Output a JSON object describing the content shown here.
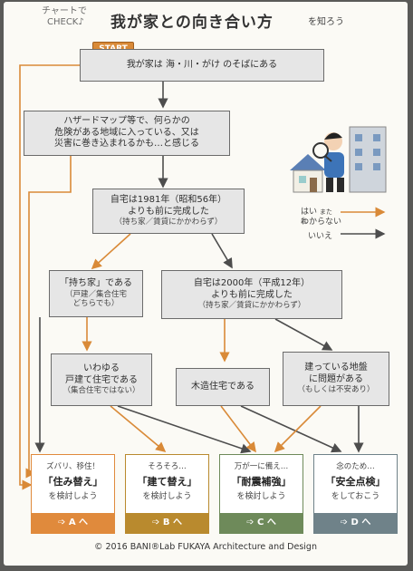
{
  "header": {
    "check_line1": "チャートで",
    "check_line2": "CHECK♪",
    "title": "我が家との向き合い方",
    "subtitle": "を知ろう"
  },
  "start_label": "START",
  "nodes": {
    "q1": {
      "l1": "我が家は 海・川・がけ のそばにある"
    },
    "q2": {
      "l1": "ハザードマップ等で、何らかの",
      "l2": "危険がある地域に入っている、又は",
      "l3": "災害に巻き込まれるかも…と感じる"
    },
    "q3": {
      "l1": "自宅は1981年（昭和56年）",
      "l2": "よりも前に完成した",
      "l3": "（持ち家／賃貸にかかわらず）"
    },
    "q4": {
      "l1": "「持ち家」である",
      "l2": "（戸建／集合住宅",
      "l3": "どちらでも）"
    },
    "q5": {
      "l1": "自宅は2000年（平成12年）",
      "l2": "よりも前に完成した",
      "l3": "（持ち家／賃貸にかかわらず）"
    },
    "q6": {
      "l1": "いわゆる",
      "l2": "戸建て住宅である",
      "l3": "（集合住宅ではない）"
    },
    "q7": {
      "l1": "木造住宅である"
    },
    "q8": {
      "l1": "建っている地盤",
      "l2": "に問題がある",
      "l3": "（もしくは不安あり）"
    }
  },
  "legend": {
    "yes": "はい",
    "or": "または",
    "unknown": "わからない",
    "no": "いいえ"
  },
  "actions": [
    {
      "note": "ズバリ、移住！",
      "big": "「住み替え」",
      "small": "を検討しよう",
      "bar": "➩ A へ"
    },
    {
      "note": "そろそろ…",
      "big": "「建て替え」",
      "small": "を検討しよう",
      "bar": "➩ B へ"
    },
    {
      "note": "万が一に備え…",
      "big": "「耐震補強」",
      "small": "を検討しよう",
      "bar": "➩ C へ"
    },
    {
      "note": "念のため…",
      "big": "「安全点検」",
      "small": "をしておこう",
      "bar": "➩ D へ"
    }
  ],
  "footer": "© 2016  BANI®Lab  FUKAYA Architecture and Design",
  "colors": {
    "yes": "#d98a38",
    "no": "#4d4d4d",
    "a": "#e08a3c",
    "b": "#b98a2e",
    "c": "#6e8a5a",
    "d": "#6f8289"
  }
}
